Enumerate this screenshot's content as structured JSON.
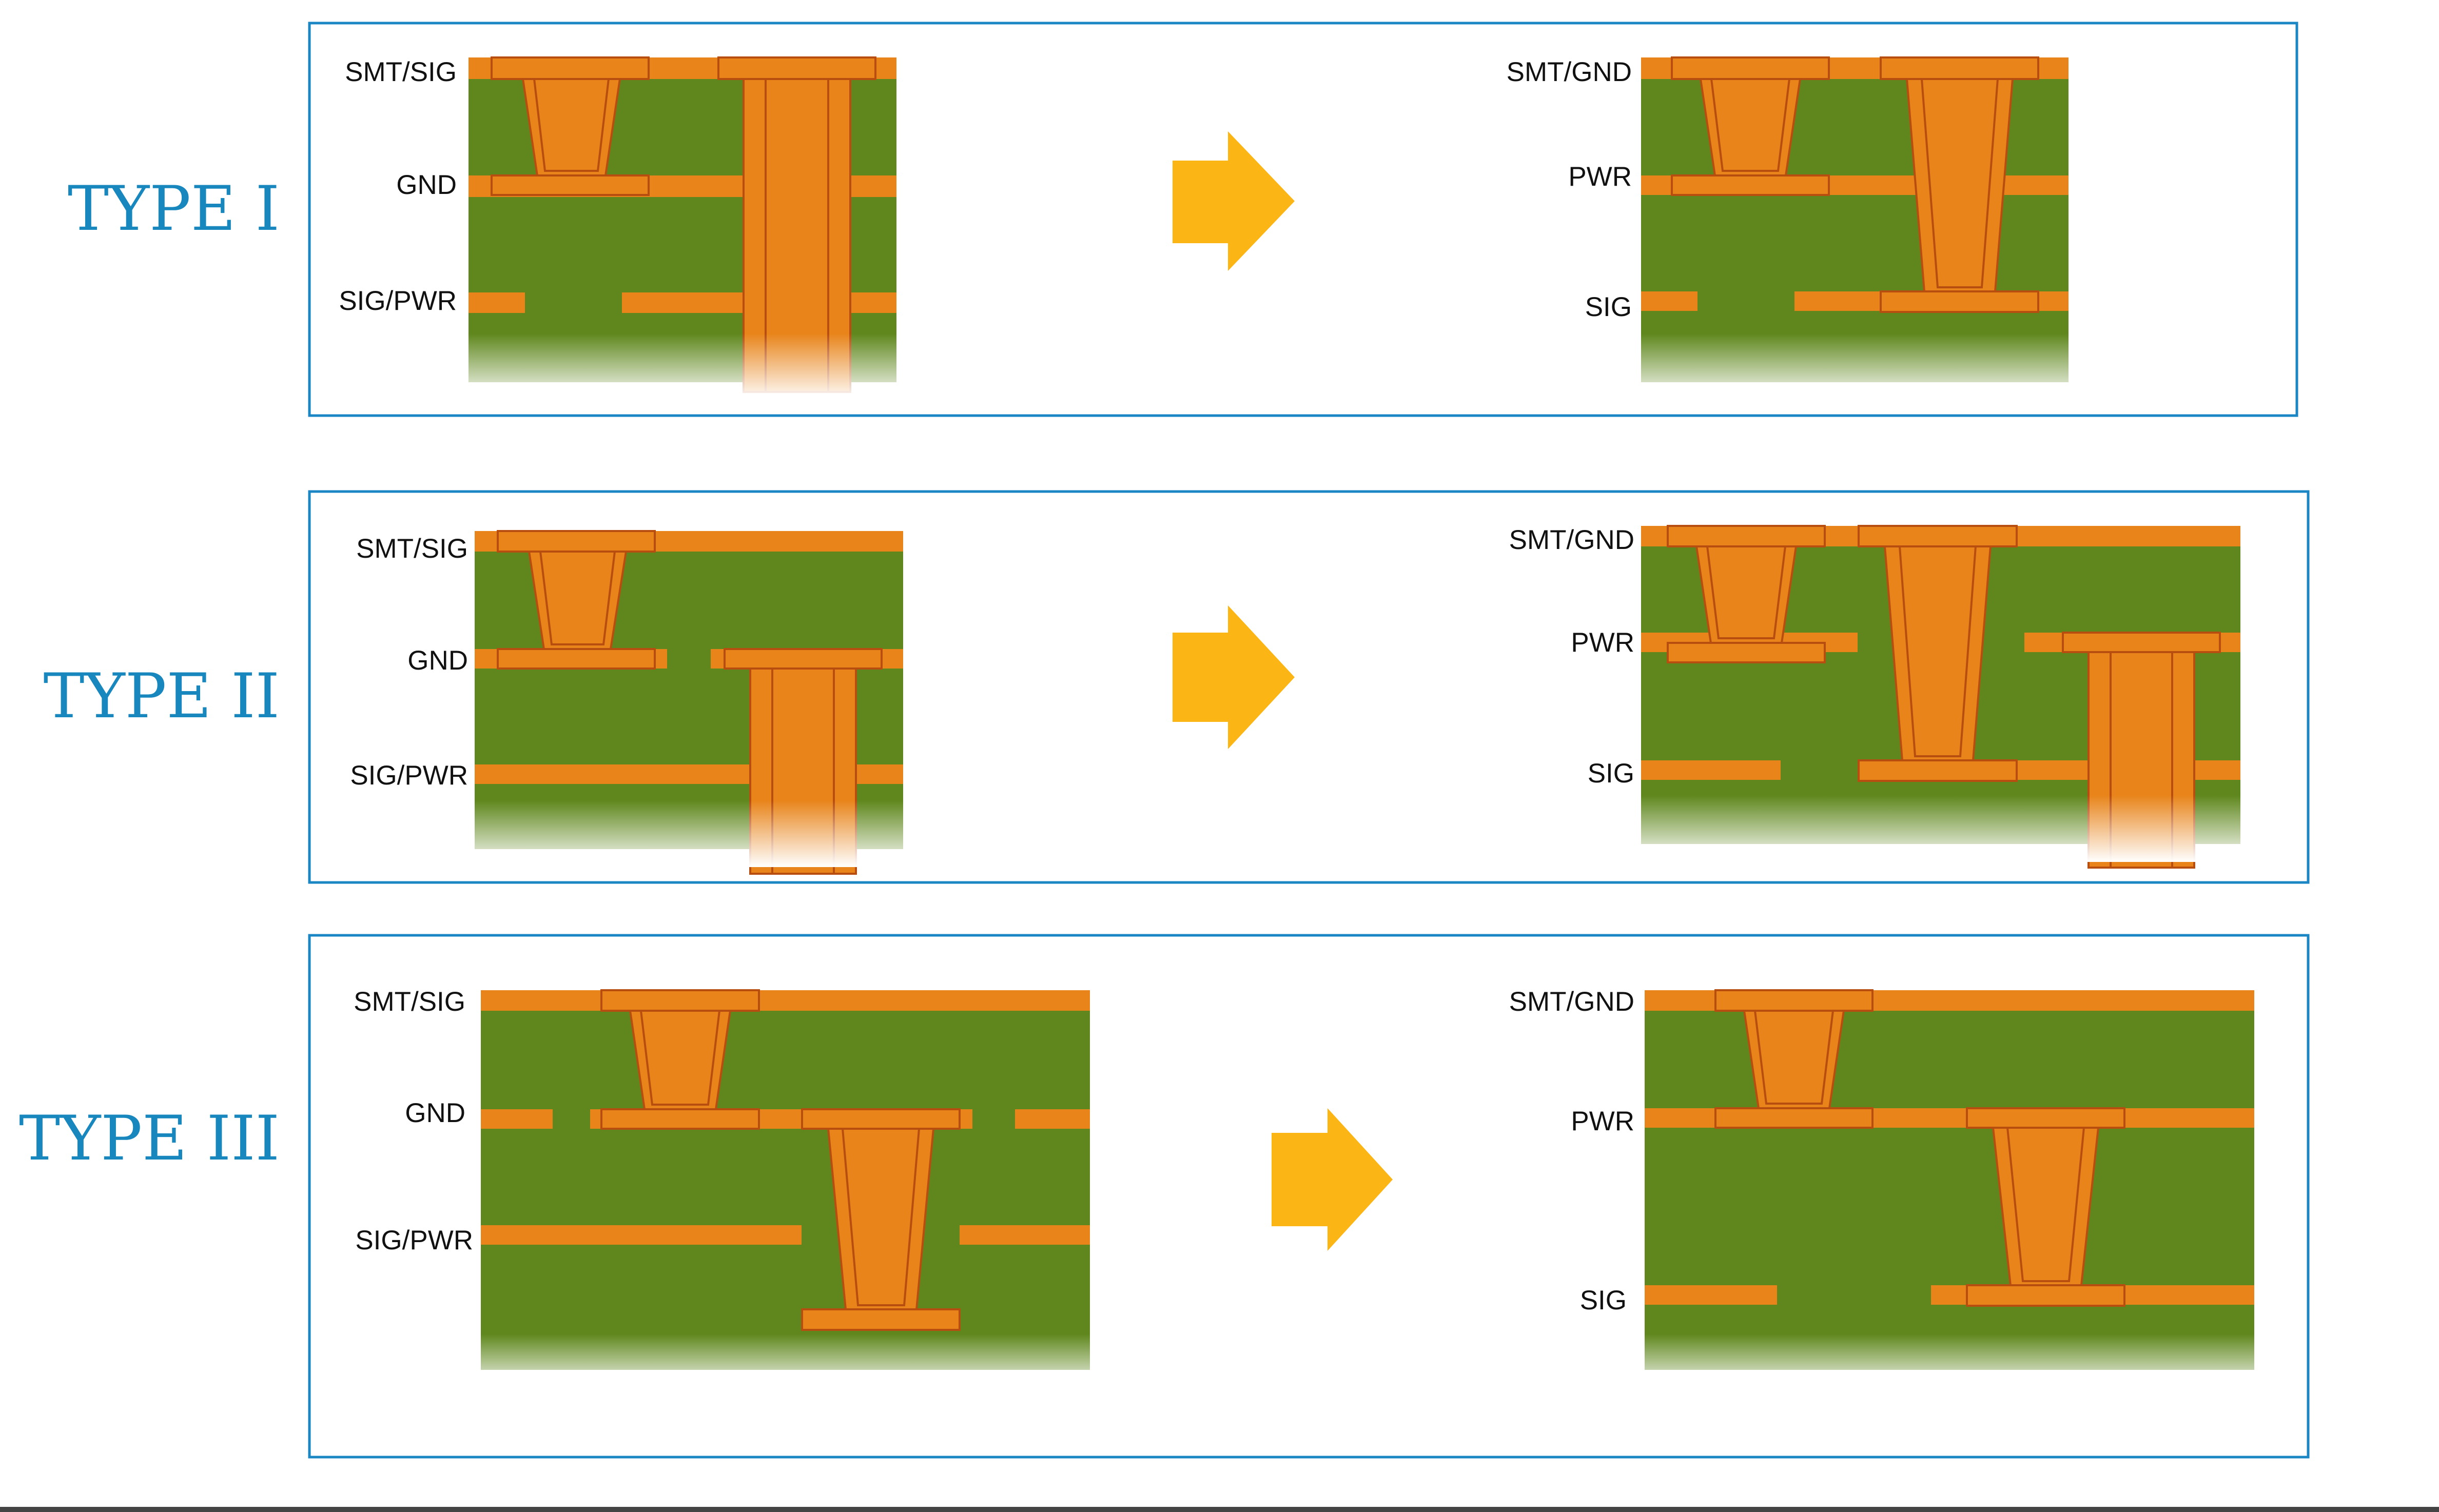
{
  "colors": {
    "board": "#5f871d",
    "copper": "#e8841a",
    "copper_outline": "#b84d10",
    "arrow": "#fbb616",
    "frame": "#1b86c4",
    "title": "#1787bd",
    "label": "#111111"
  },
  "icons": {
    "arrow": "right-arrow-icon"
  },
  "rows": [
    {
      "title": "TYPE I",
      "before": {
        "labels": [
          "SMT/SIG",
          "GND",
          "SIG/PWR"
        ]
      },
      "after": {
        "labels": [
          "SMT/GND",
          "PWR",
          "SIG"
        ]
      }
    },
    {
      "title": "TYPE II",
      "before": {
        "labels": [
          "SMT/SIG",
          "GND",
          "SIG/PWR"
        ]
      },
      "after": {
        "labels": [
          "SMT/GND",
          "PWR",
          "SIG"
        ]
      }
    },
    {
      "title": "TYPE III",
      "before": {
        "labels": [
          "SMT/SIG",
          "GND",
          "SIG/PWR"
        ]
      },
      "after": {
        "labels": [
          "SMT/GND",
          "PWR",
          "SIG"
        ]
      }
    }
  ]
}
